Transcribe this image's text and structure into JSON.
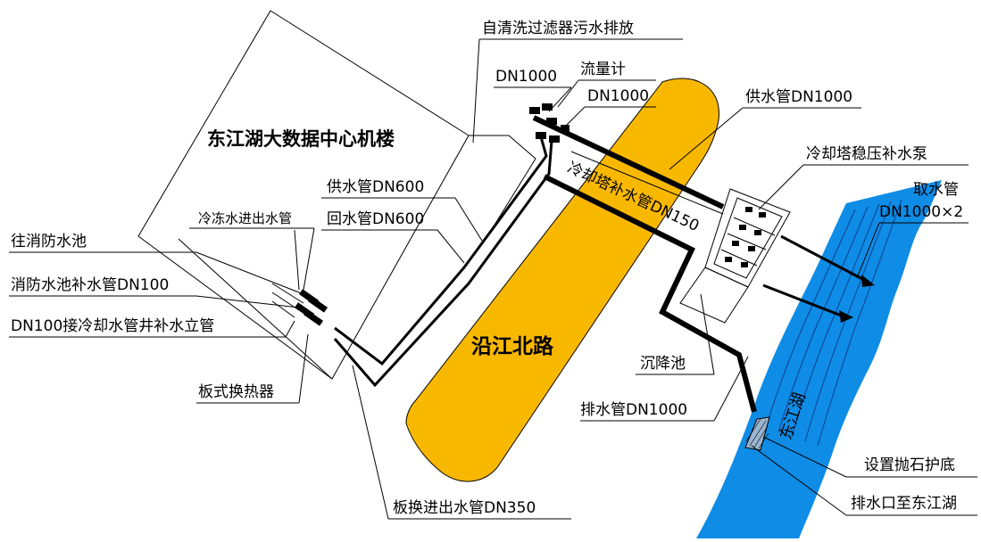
{
  "building": {
    "name": "东江湖大数据中心机楼"
  },
  "road": {
    "name": "沿江北路"
  },
  "lake": {
    "name": "东江湖"
  },
  "labels": {
    "filter_drain": "自清洗过滤器污水排放",
    "dn1000_a": "DN1000",
    "flow_meter": "流量计",
    "dn1000_b": "DN1000",
    "supply_dn1000": "供水管DN1000",
    "makeup_pump": "冷却塔稳压补水泵",
    "intake_pipe": "取水管",
    "intake_spec": "DN1000×2",
    "tower_makeup": "冷却塔补水管DN150",
    "supply_dn600": "供水管DN600",
    "return_dn600": "回水管DN600",
    "chilled_water": "冷冻水进出水管",
    "to_fire_pool": "往消防水池",
    "fire_pool_makeup": "消防水池补水管DN100",
    "dn100_riser": "DN100接冷却水管井补水立管",
    "plate_hx": "板式换热器",
    "plate_hx_pipe": "板换进出水管DN350",
    "settling_tank": "沉降池",
    "drain_dn1000": "排水管DN1000",
    "riprap": "设置抛石护底",
    "outlet": "排水口至东江湖"
  },
  "colors": {
    "road": "#F9B800",
    "lake": "#0E8CE6",
    "lake_lines": "#0B3F8C",
    "line": "#000000"
  }
}
